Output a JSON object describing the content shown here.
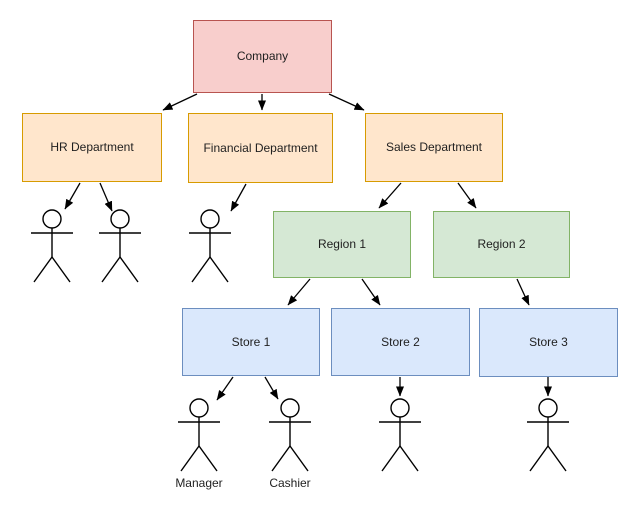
{
  "diagram": {
    "type": "org-chart",
    "background": "#ffffff",
    "connector_color": "#000000",
    "actor_stroke_color": "#000000"
  },
  "nodes": {
    "company": {
      "label": "Company",
      "fill": "#f8cecc",
      "border": "#b85450"
    },
    "hr": {
      "label": "HR Department",
      "fill": "#ffe6cc",
      "border": "#d79b00"
    },
    "financial": {
      "label": "Financial Department",
      "fill": "#ffe6cc",
      "border": "#d79b00"
    },
    "sales": {
      "label": "Sales Department",
      "fill": "#ffe6cc",
      "border": "#d79b00"
    },
    "region1": {
      "label": "Region 1",
      "fill": "#d5e8d4",
      "border": "#82b366"
    },
    "region2": {
      "label": "Region 2",
      "fill": "#d5e8d4",
      "border": "#82b366"
    },
    "store1": {
      "label": "Store 1",
      "fill": "#dae8fc",
      "border": "#6c8ebf"
    },
    "store2": {
      "label": "Store 2",
      "fill": "#dae8fc",
      "border": "#6c8ebf"
    },
    "store3": {
      "label": "Store 3",
      "fill": "#dae8fc",
      "border": "#6c8ebf"
    }
  },
  "actor_labels": {
    "manager": "Manager",
    "cashier": "Cashier"
  },
  "edges": [
    {
      "from": "company",
      "to": "hr"
    },
    {
      "from": "company",
      "to": "financial"
    },
    {
      "from": "company",
      "to": "sales"
    },
    {
      "from": "hr",
      "to": "actor-hr-1"
    },
    {
      "from": "hr",
      "to": "actor-hr-2"
    },
    {
      "from": "financial",
      "to": "actor-financial"
    },
    {
      "from": "sales",
      "to": "region1"
    },
    {
      "from": "sales",
      "to": "region2"
    },
    {
      "from": "region1",
      "to": "store1"
    },
    {
      "from": "region1",
      "to": "store2"
    },
    {
      "from": "region2",
      "to": "store3"
    },
    {
      "from": "store1",
      "to": "actor-manager"
    },
    {
      "from": "store1",
      "to": "actor-cashier"
    },
    {
      "from": "store2",
      "to": "actor-store2"
    },
    {
      "from": "store3",
      "to": "actor-store3"
    }
  ]
}
